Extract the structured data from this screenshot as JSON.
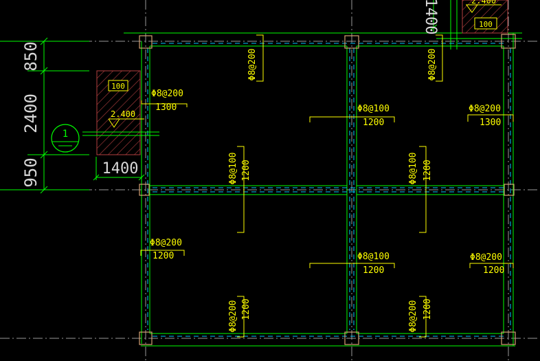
{
  "colors": {
    "background": "#000000",
    "beam_outline": "#00ff00",
    "hidden_line": "#00c8ff",
    "rebar": "#ffff00",
    "axis_line": "#9a9a9a",
    "dimension": "#00ff00",
    "dimension_text": "#d8d8d8",
    "column": "#d4a373",
    "hatch": "#b54040",
    "opening_tag": "#ffff00"
  },
  "icons": {
    "axis_bubble": "circle-axis-marker-icon",
    "column": "square-column-icon"
  },
  "dimensions": {
    "left_850": "850",
    "left_2400": "2400",
    "left_950": "950",
    "bottom_1400": "1400",
    "top_1400": "1400",
    "top_2400": "2.400"
  },
  "axis_marker": {
    "label": "1"
  },
  "openings": [
    {
      "tag": "100",
      "elevation": "2.400"
    },
    {
      "tag": "100"
    }
  ],
  "rebar_labels": {
    "top_left_vertical_spec": "Φ8@200",
    "top_right_vertical_spec": "Φ8@200",
    "upper_left_spec": "Φ8@200",
    "upper_left_len": "1300",
    "upper_center_spec": "Φ8@100",
    "upper_center_len": "1200",
    "upper_right_spec": "Φ8@200",
    "upper_right_len": "1300",
    "mid_left_spec": "Φ8@100",
    "mid_left_len": "1200",
    "mid_right_spec": "Φ8@100",
    "mid_right_len": "1200",
    "lower_left_spec": "Φ8@200",
    "lower_left_len": "1200",
    "lower_center_spec": "Φ8@100",
    "lower_center_len": "1200",
    "lower_right_spec": "Φ8@200",
    "lower_right_len": "1200",
    "bottom_left_vertical_spec": "Φ8@200",
    "bottom_left_vertical_len": "1200",
    "bottom_right_vertical_spec": "Φ8@200",
    "bottom_right_vertical_len": "1200"
  }
}
